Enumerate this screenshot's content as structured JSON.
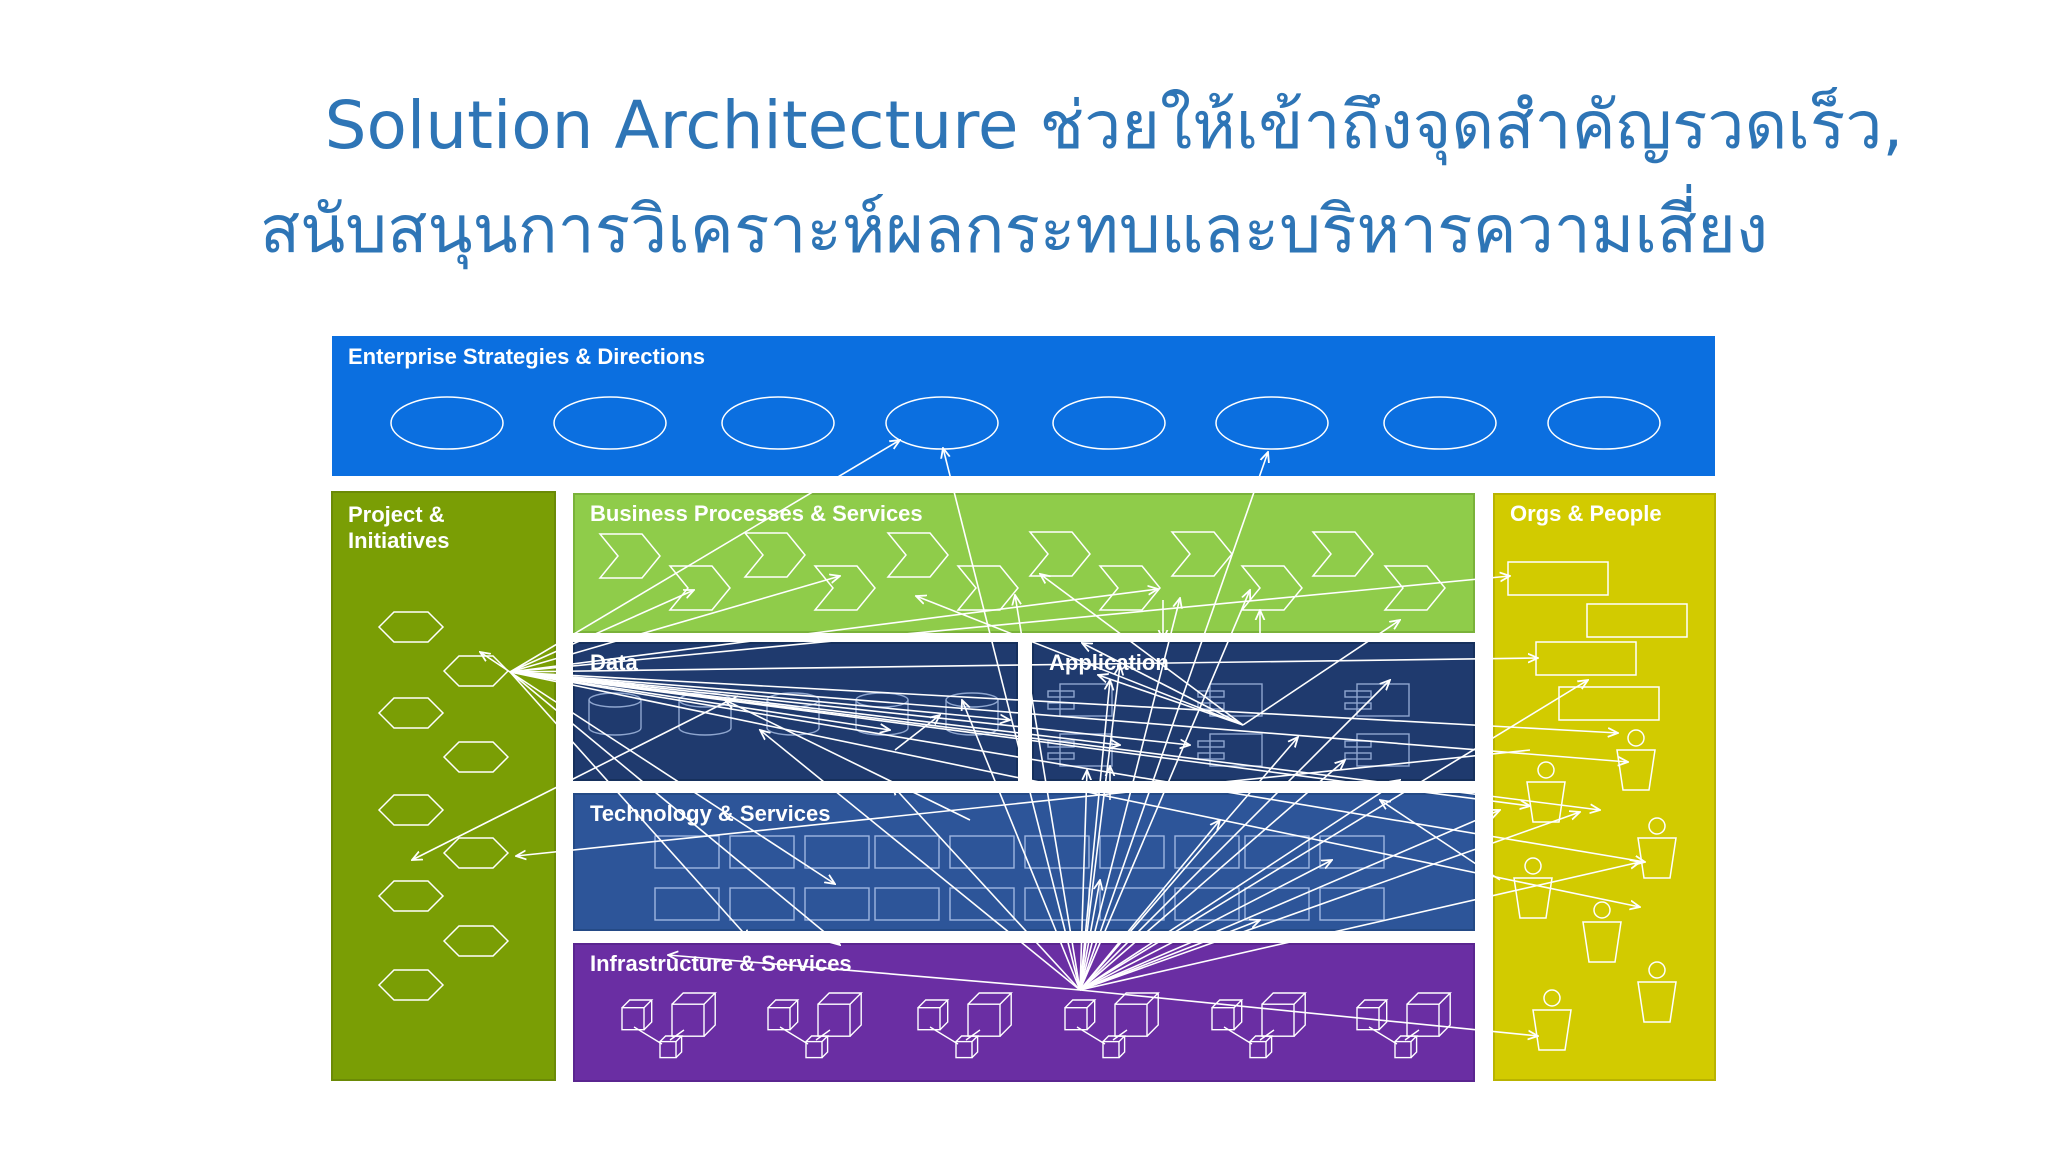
{
  "title": {
    "line1": "Solution Architecture ช่วยให้เข้าถึงจุดสำคัญรวดเร็ว,",
    "line2": "สนับสนุนการวิเคราะห์ผลกระทบและบริหารความเสี่ยง"
  },
  "diagram": {
    "strategies": {
      "label": "Enterprise Strategies & Directions",
      "color": "#0b6fe0"
    },
    "projects": {
      "label_line1": "Project &",
      "label_line2": "Initiatives",
      "color": "#7a9e05"
    },
    "business": {
      "label": "Business Processes & Services",
      "color": "#8fcc4a"
    },
    "data": {
      "label": "Data",
      "color": "#1f3a6e"
    },
    "application": {
      "label": "Application",
      "color": "#1f3a6e"
    },
    "technology": {
      "label": "Technology & Services",
      "color": "#2d5599"
    },
    "infrastructure": {
      "label": "Infrastructure & Services",
      "color": "#6a2ea3"
    },
    "orgs": {
      "label": "Orgs & People",
      "color": "#d2cb00"
    }
  }
}
